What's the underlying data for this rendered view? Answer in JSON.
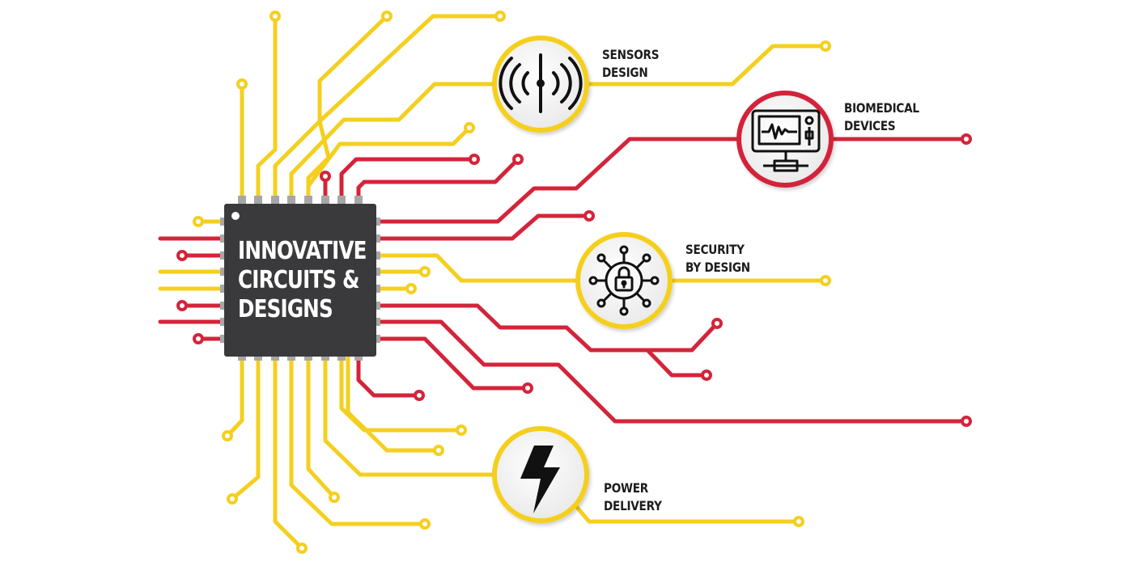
{
  "colors": {
    "yellow_trace": "#f5cf1e",
    "red_trace": "#d4243a",
    "chip_body": "#3a3a3c",
    "pin": "#a7a7a7",
    "icon_stroke": "#111111"
  },
  "chip": {
    "title_lines": [
      "INNOVATIVE",
      "CIRCUITS &",
      "DESIGNS"
    ]
  },
  "nodes": [
    {
      "id": "sensors",
      "icon": "antenna-signal-icon",
      "ring": "yellow",
      "label_lines": [
        "SENSORS",
        "DESIGN"
      ]
    },
    {
      "id": "biomedical",
      "icon": "medical-monitor-icon",
      "ring": "red",
      "label_lines": [
        "BIOMEDICAL",
        "DEVICES"
      ]
    },
    {
      "id": "security",
      "icon": "padlock-network-icon",
      "ring": "yellow",
      "label_lines": [
        "SECURITY",
        "BY DESIGN"
      ]
    },
    {
      "id": "power",
      "icon": "lightning-bolt-icon",
      "ring": "yellow",
      "label_lines": [
        "POWER",
        "DELIVERY"
      ]
    }
  ]
}
